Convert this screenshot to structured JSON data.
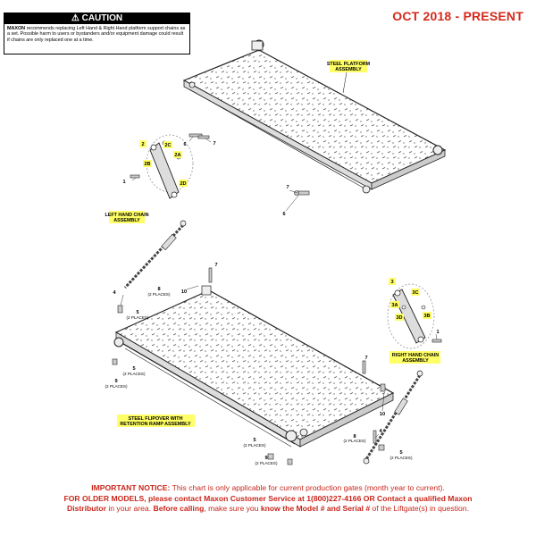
{
  "header": {
    "caution_title": "CAUTION",
    "caution_brand": "MAXON",
    "caution_text": "recommends replacing Left Hand & Right Hand platform support chains as a set. Possible harm to users or bystanders and/or equipment damage could result if chains are only replaced one at a time.",
    "date_range": "OCT 2018 - PRESENT"
  },
  "assemblies": {
    "steel_platform": [
      "STEEL PLATFORM",
      "ASSEMBLY"
    ],
    "left_chain": [
      "LEFT HAND CHAIN",
      "ASSEMBLY"
    ],
    "right_chain": [
      "RIGHT HAND CHAIN",
      "ASSEMBLY"
    ],
    "flipover": [
      "STEEL FLIPOVER WITH",
      "RETENTION RAMP ASSEMBLY"
    ]
  },
  "callouts": {
    "c2": "2",
    "c2c": "2C",
    "c2a": "2A",
    "c2b": "2B",
    "c2d": "2D",
    "c1": "1",
    "c6a": "6",
    "c7a": "7",
    "c7b": "7",
    "c6b": "6",
    "c7c": "7",
    "c4a": "4",
    "c8a": "8",
    "c8a_note": "(2 PLACES)",
    "c10a": "10",
    "c5a": "5",
    "c5a_note": "(2 PLACES)",
    "c3": "3",
    "c3c": "3C",
    "c3a": "3A",
    "c3d": "3D",
    "c3b": "3B",
    "c1b": "1",
    "c5b": "5",
    "c5b_note": "(2 PLACES)",
    "c9a": "9",
    "c9a_note": "(2 PLACES)",
    "c7d": "7",
    "c10b": "10",
    "c8b": "8",
    "c8b_note": "(2 PLACES)",
    "c4b": "4",
    "c5c": "5",
    "c5c_note": "(2 PLACES)",
    "c9b": "9",
    "c9b_note": "(2 PLACES)",
    "c5d": "5",
    "c5d_note": "(2 PLACES)"
  },
  "notice": {
    "l1_bold": "IMPORTANT NOTICE:",
    "l1_text": " This chart is only applicable for current production gates (month year to current).",
    "l2_bold": "FOR OLDER MODELS, please contact Maxon Customer Service at 1(800)227-4166 OR Contact a qualified Maxon",
    "l3_bold1": "Distributor",
    "l3_text1": " in your area. ",
    "l3_bold2": "Before calling",
    "l3_text2": ", make sure you ",
    "l3_bold3": "know the Model # and Serial #",
    "l3_text3": " of the Liftgate(s) in question."
  }
}
